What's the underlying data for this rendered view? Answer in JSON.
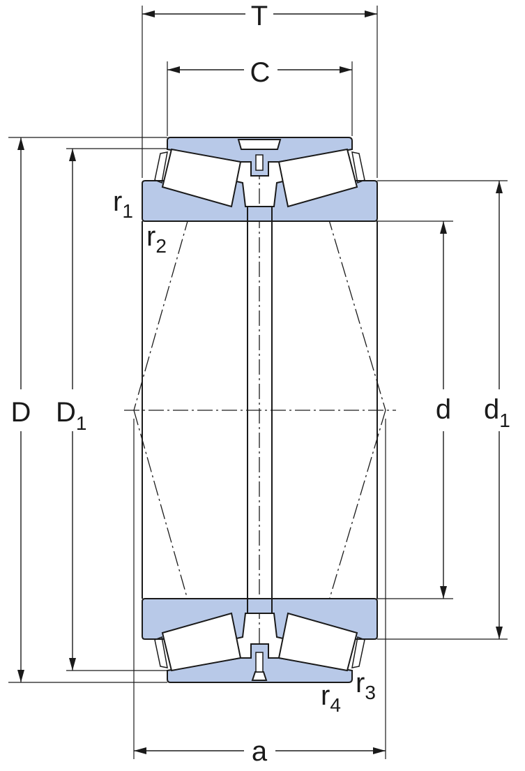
{
  "colors": {
    "ring": "#b8c9e8",
    "line": "#1a1a1a",
    "background": "#ffffff"
  },
  "labels": {
    "T": "T",
    "C": "C",
    "D": "D",
    "D1": "D",
    "D1_sub": "1",
    "d": "d",
    "d1": "d",
    "d1_sub": "1",
    "a": "a",
    "r1": "r",
    "r1_sub": "1",
    "r2": "r",
    "r2_sub": "2",
    "r3": "r",
    "r3_sub": "3",
    "r4": "r",
    "r4_sub": "4"
  }
}
